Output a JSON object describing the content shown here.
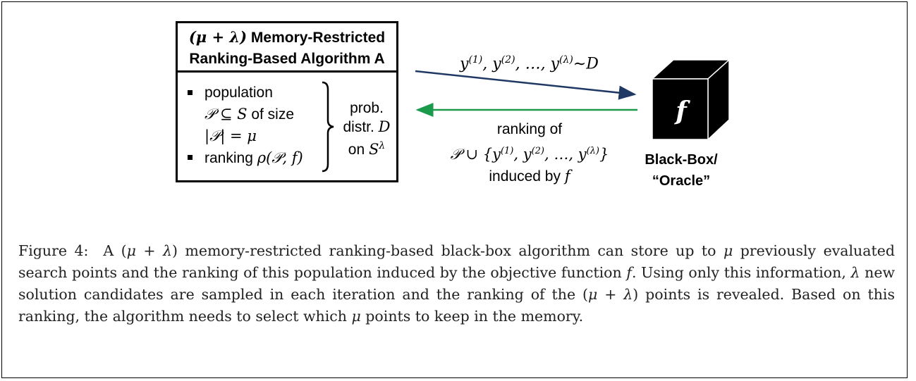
{
  "figure": {
    "algorithm_box": {
      "title_line1_math": "(μ + λ)",
      "title_line1_text": "Memory-Restricted",
      "title_line2": "Ranking-Based Algorithm A",
      "bullet1_word": "population",
      "bullet1_line2_math": "𝒫 ⊆ S",
      "bullet1_line2_text": "of size",
      "bullet1_line3_math": "|𝒫| = μ",
      "bullet2_text": "ranking",
      "bullet2_math": "ρ(𝒫, f)",
      "prob_line1": "prob.",
      "prob_line2_text": "distr.",
      "prob_line2_math": "D",
      "prob_line3_text": "on",
      "prob_line3_math": "S",
      "prob_line3_sup": "λ"
    },
    "query_arrow_label": {
      "y": "y",
      "sup1": "(1)",
      "sup2": "(2)",
      "sep": ", ",
      "dots": "…",
      "supl": "(λ)",
      "tail": "∼D"
    },
    "response_arrow_label": {
      "line1": "ranking of",
      "union": "𝒫 ∪ {",
      "y": "y",
      "sup1": "(1)",
      "sup2": "(2)",
      "dots": "…",
      "supl": "(λ)",
      "close": "}",
      "line3_text": "induced by",
      "line3_math": "f"
    },
    "black_box": {
      "cube_letter": "f",
      "label_line1": "Black-Box/",
      "label_line2": "“Oracle”"
    },
    "colors": {
      "query_arrow": "#1f3864",
      "response_arrow": "#1a9a4a",
      "cube": "#000000"
    }
  },
  "caption": {
    "label": "Figure 4:",
    "text_a": "A (",
    "mu": "μ",
    "plus": " + ",
    "lambda": "λ",
    "text_b": ") memory-restricted ranking-based black-box algorithm can store up to ",
    "text_c": " previously evaluated search points and the ranking of this population induced by the objective function ",
    "f": "f",
    "text_d": ". Using only this information, ",
    "text_e": " new solution candidates are sampled in each iteration and the ranking of the (",
    "text_f": ") points is revealed. Based on this ranking, the algorithm needs to select which ",
    "text_g": " points to keep in the memory."
  }
}
